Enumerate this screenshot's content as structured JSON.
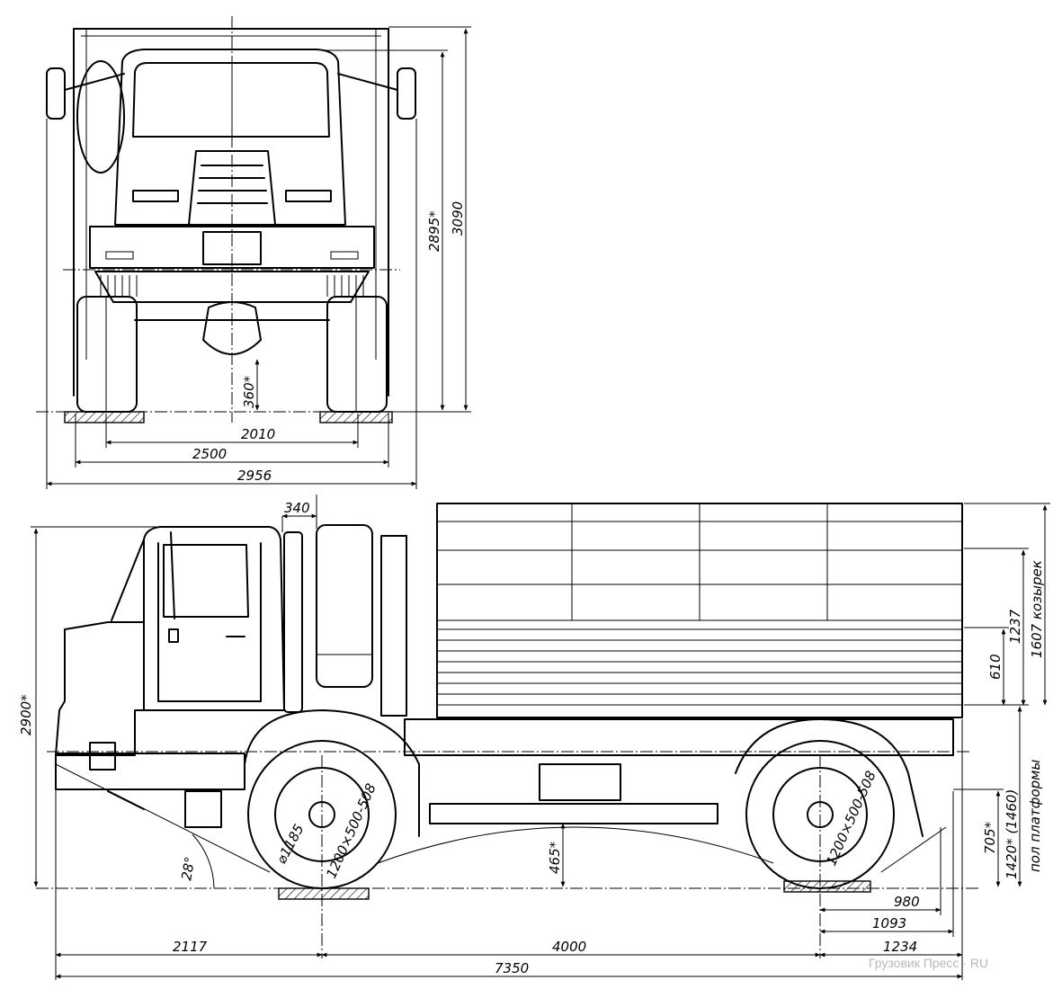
{
  "front_view": {
    "dims": {
      "track": "2010",
      "width_wheels": "2500",
      "width_total": "2956",
      "clearance": "360*",
      "height_cab": "2895*",
      "height_total": "3090"
    }
  },
  "side_view": {
    "dims": {
      "spare_wheel": "340",
      "front_overhang": "2117",
      "wheelbase": "4000",
      "length": "7350",
      "rear_overhang": "1234",
      "rear_980": "980",
      "rear_1093": "1093",
      "height": "2900*",
      "side_height": "610",
      "board_height": "1237",
      "visor": "1607 козырек",
      "platform_floor_val": "1420* (1460)",
      "platform_floor_label": "пол платформы",
      "tail_height": "705*",
      "ground_clearance": "465*",
      "approach_angle": "28°",
      "rim_diameter": "⌀1185",
      "tire_front": "1200×500-508",
      "tire_rear": "1200×500-508"
    }
  },
  "watermark": "Грузовик Пресс · RU"
}
